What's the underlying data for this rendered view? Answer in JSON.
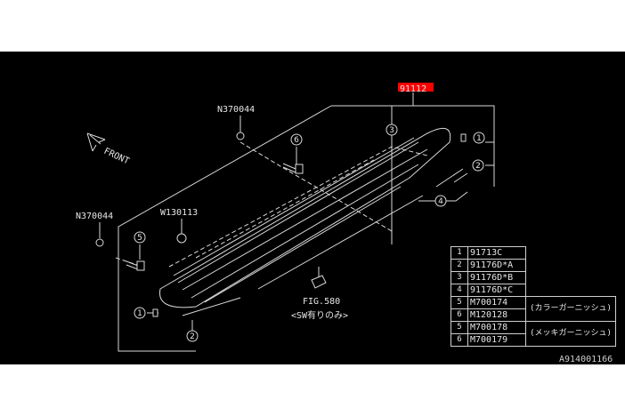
{
  "diagram": {
    "main_part": "91112",
    "highlight_color": "#ff0000",
    "labels": {
      "nut_upper": "N370044",
      "nut_lower": "N370044",
      "washer": "W130113",
      "front": "FRONT",
      "fig_ref": "FIG.580",
      "fig_note": "<SW有りのみ>"
    },
    "callouts": [
      "1",
      "2",
      "3",
      "4",
      "5",
      "6"
    ],
    "doc_id": "A914001166"
  },
  "parts_table": [
    {
      "num": "1",
      "code": "91713C",
      "desc": ""
    },
    {
      "num": "2",
      "code": "91176D*A",
      "desc": ""
    },
    {
      "num": "3",
      "code": "91176D*B",
      "desc": ""
    },
    {
      "num": "4",
      "code": "91176D*C",
      "desc": ""
    },
    {
      "num": "5",
      "code": "M700174",
      "desc": "(カラーガーニッシュ)"
    },
    {
      "num": "6",
      "code": "M120128",
      "desc": ""
    },
    {
      "num": "5",
      "code": "M700178",
      "desc": "(メッキガーニッシュ)"
    },
    {
      "num": "6",
      "code": "M700179",
      "desc": ""
    }
  ]
}
